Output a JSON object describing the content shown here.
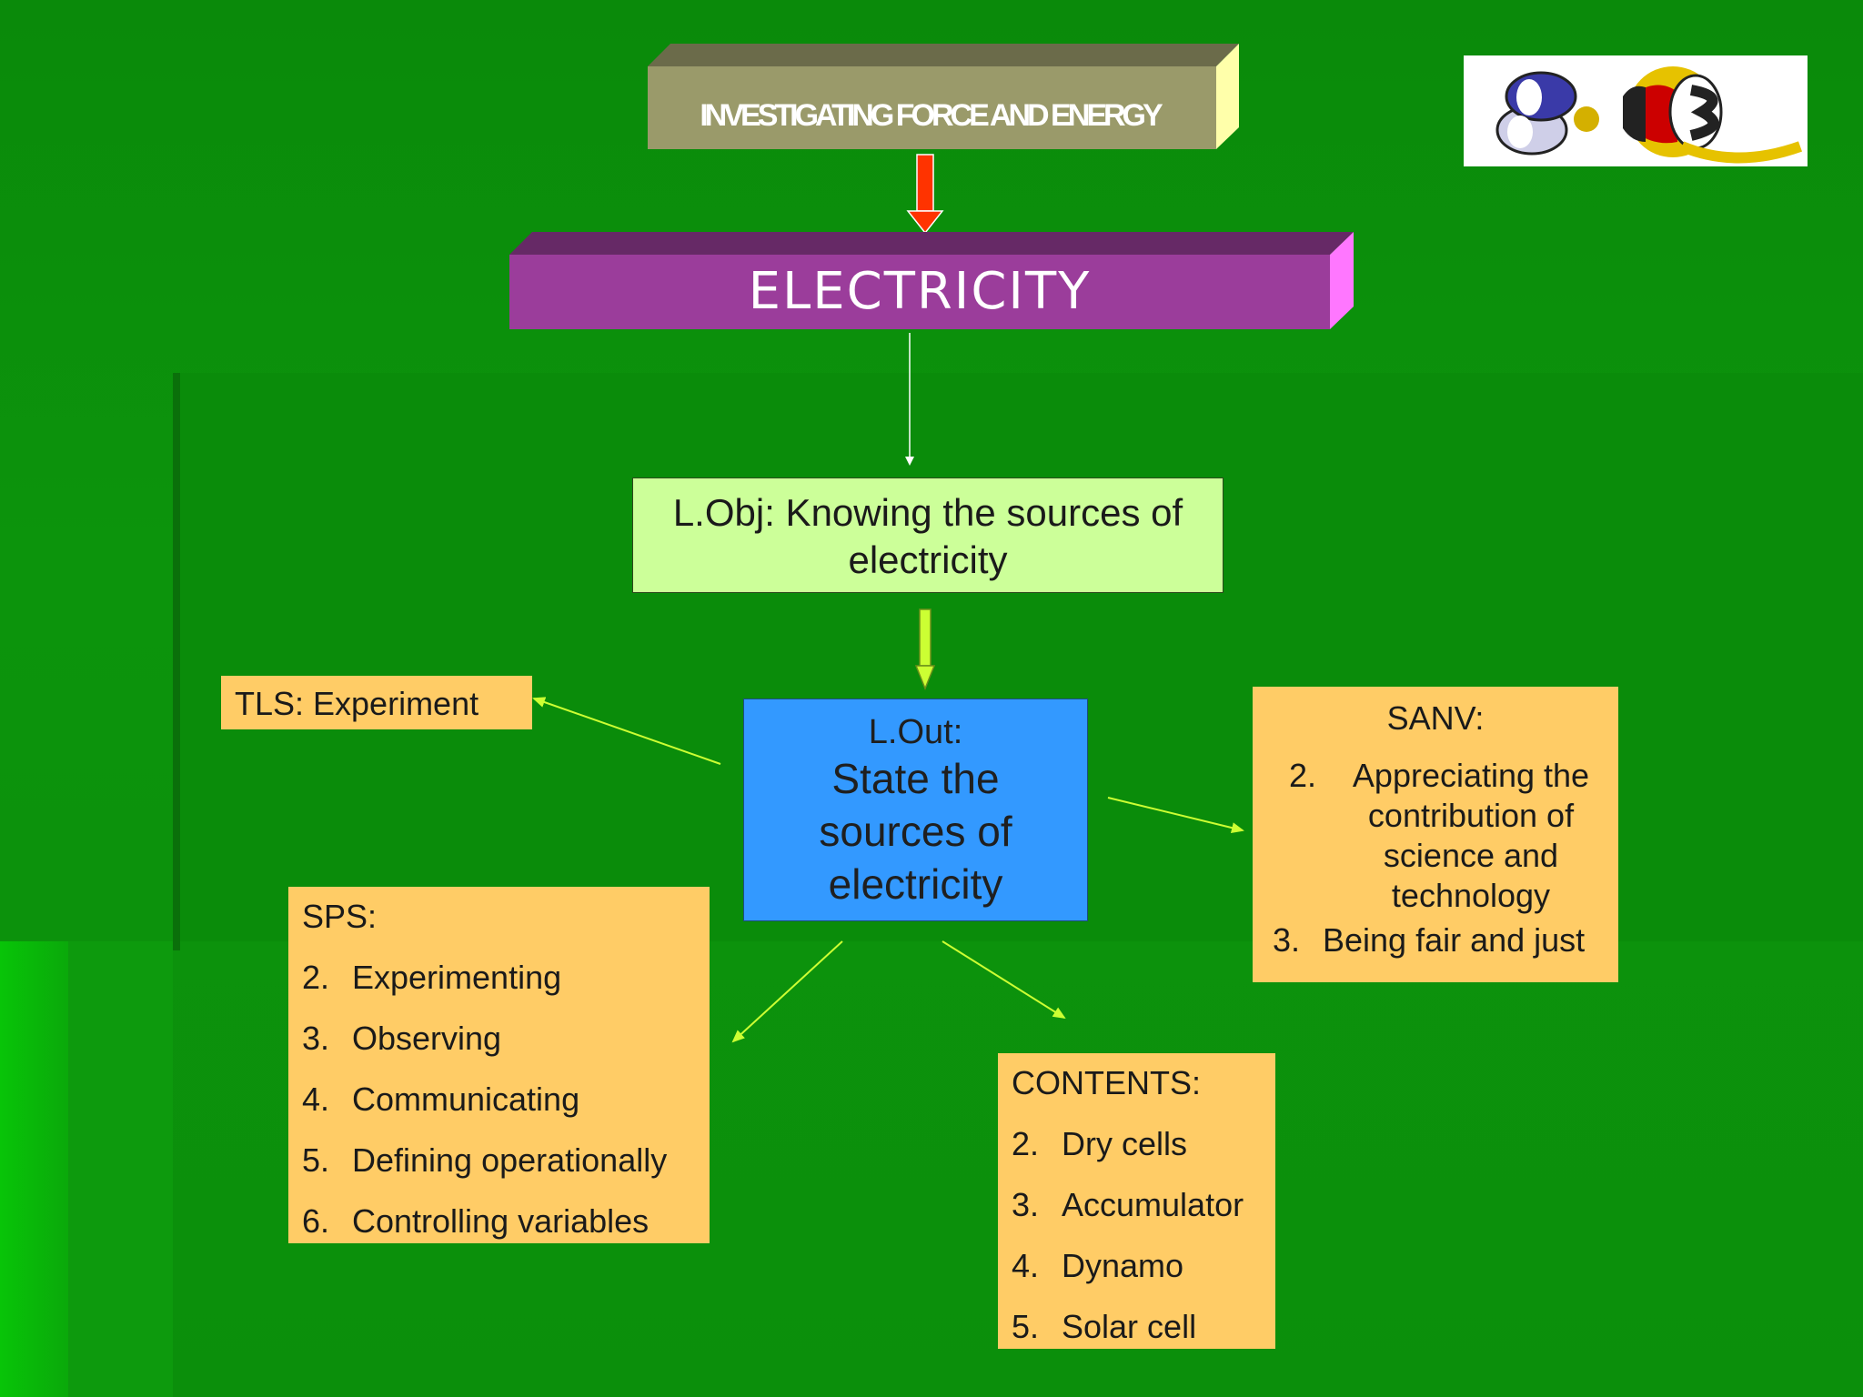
{
  "title": "INVESTIGATING FORCE AND ENERGY",
  "topic": "ELECTRICITY",
  "learning_objective": "L.Obj: Knowing the sources of electricity",
  "learning_outcome": {
    "header": "L.Out:",
    "text_lines": [
      "State the",
      "sources of",
      "electricity"
    ]
  },
  "tls": "TLS: Experiment",
  "sps": {
    "header": "SPS:",
    "items": [
      {
        "num": "2.",
        "text": "Experimenting"
      },
      {
        "num": "3.",
        "text": "Observing"
      },
      {
        "num": "4.",
        "text": "Communicating"
      },
      {
        "num": "5.",
        "text": "Defining operationally"
      },
      {
        "num": "6.",
        "text": "Controlling variables"
      }
    ]
  },
  "sanv": {
    "header": "SANV:",
    "item1": {
      "num": "2.",
      "lines": [
        "Appreciating the",
        "contribution of",
        "science and",
        "technology"
      ]
    },
    "item2": {
      "num": "3.",
      "text": "Being fair and just"
    }
  },
  "contents": {
    "header": "CONTENTS:",
    "items": [
      {
        "num": "2.",
        "text": "Dry cells"
      },
      {
        "num": "3.",
        "text": "Accumulator"
      },
      {
        "num": "4.",
        "text": "Dynamo"
      },
      {
        "num": "5.",
        "text": "Solar cell"
      }
    ]
  },
  "colors": {
    "background": "#0c940c",
    "title_box": "#9a9a6a",
    "topic_box": "#9b3d9b",
    "objective_box": "#ccff99",
    "outcome_box": "#3399ff",
    "info_box": "#ffcc66",
    "arrow_red": "#ff3300",
    "arrow_yellow": "#ccff33"
  }
}
